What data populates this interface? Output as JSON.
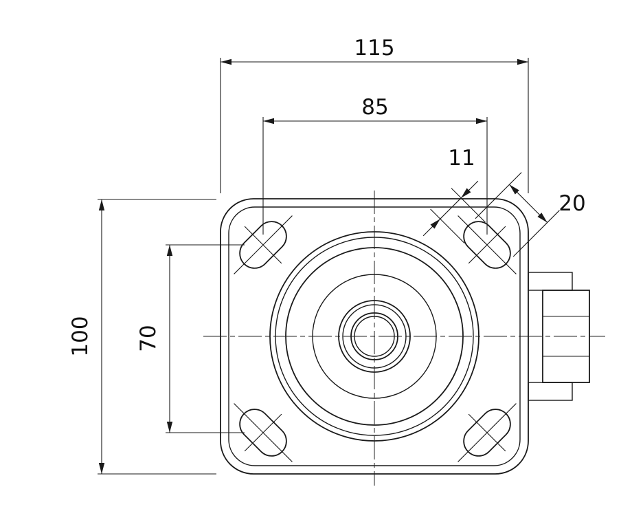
{
  "drawing": {
    "dimensions": {
      "overall_width": "115",
      "hole_spacing_horizontal": "85",
      "slot_width": "11",
      "slot_length": "20",
      "overall_height": "100",
      "hole_spacing_vertical": "70"
    },
    "colors": {
      "background": "#ffffff",
      "line": "#1a1a1a"
    }
  }
}
